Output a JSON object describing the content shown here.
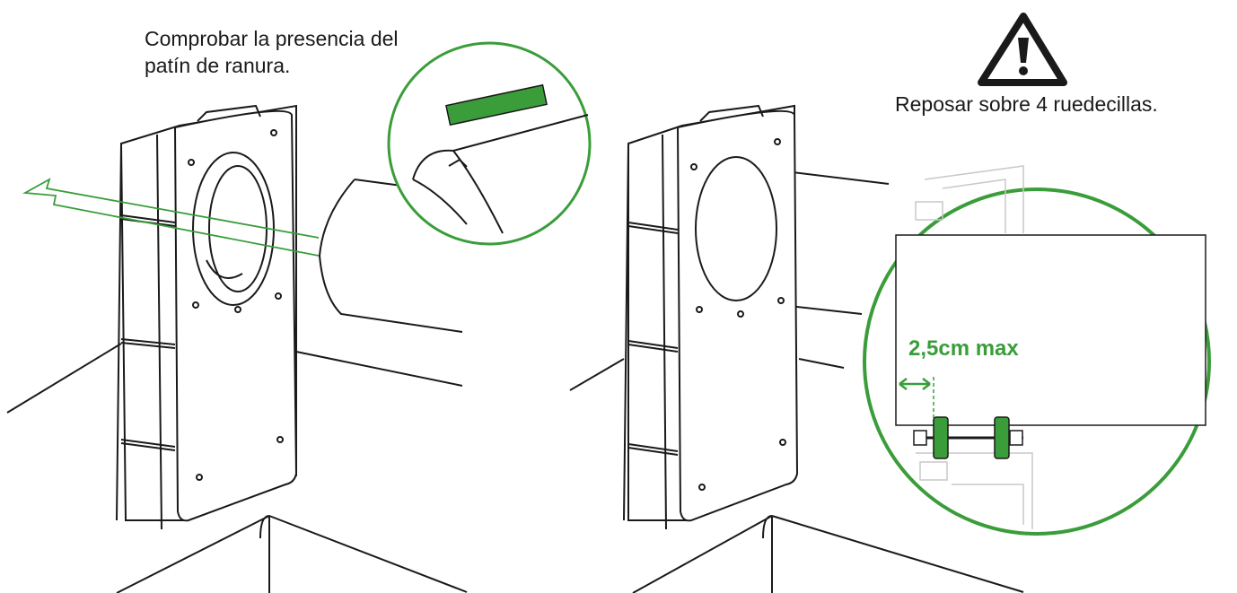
{
  "captions": {
    "check_slide": "Comprobar la presencia del patín de ranura.",
    "four_wheels": "Reposar sobre 4 ruedecillas.",
    "max_gap": "2,5cm max"
  },
  "icons": {
    "warning": "warning-triangle-icon",
    "direction": "arrow-left-icon"
  },
  "colors": {
    "accent_green": "#3a9d3a",
    "line": "#1a1a1a"
  }
}
